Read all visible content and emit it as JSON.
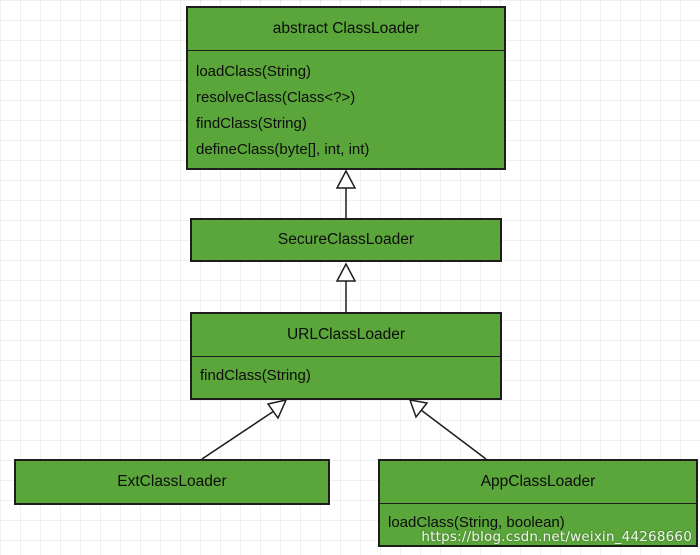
{
  "classes": {
    "classloader": {
      "name": "abstract ClassLoader",
      "methods": [
        "loadClass(String)",
        "resolveClass(Class<?>)",
        "findClass(String)",
        "defineClass(byte[], int, int)"
      ]
    },
    "secure": {
      "name": "SecureClassLoader"
    },
    "url": {
      "name": "URLClassLoader",
      "methods": [
        "findClass(String)"
      ]
    },
    "ext": {
      "name": "ExtClassLoader"
    },
    "app": {
      "name": "AppClassLoader",
      "methods": [
        "loadClass(String, boolean)"
      ]
    }
  },
  "relations": [
    {
      "from": "SecureClassLoader",
      "to": "abstract ClassLoader",
      "type": "inheritance"
    },
    {
      "from": "URLClassLoader",
      "to": "SecureClassLoader",
      "type": "inheritance"
    },
    {
      "from": "ExtClassLoader",
      "to": "URLClassLoader",
      "type": "inheritance"
    },
    {
      "from": "AppClassLoader",
      "to": "URLClassLoader",
      "type": "inheritance"
    }
  ],
  "watermark": "https://blog.csdn.net/weixin_44268660",
  "colors": {
    "box_fill": "#5aa63a",
    "border": "#1d1d1d",
    "background": "#ffffff"
  }
}
